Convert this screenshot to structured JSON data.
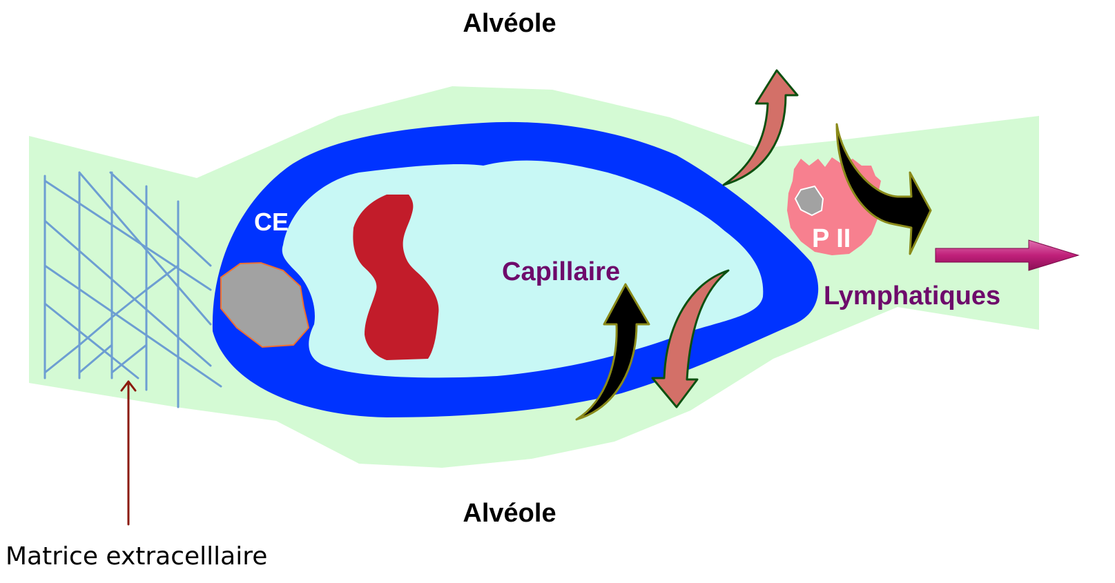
{
  "labels": {
    "alveole_top": "Alvéole",
    "alveole_bottom": "Alvéole",
    "ce": "CE",
    "capillaire": "Capillaire",
    "p2": "P II",
    "lymphatiques": "Lymphatiques",
    "matrice": "Matrice extracelllaire"
  },
  "colors": {
    "interstitium": "#d4fad4",
    "endothelium": "#0033ff",
    "lumen": "#c8f8f5",
    "red_cell": "#c21c2a",
    "nucleus": "#a2a2a2",
    "nucleus_outline_ce": "#f07030",
    "pneumocyte": "#f7808f",
    "matrix_lines": "#6d9ed2",
    "matrix_arrow": "#8b1a0c",
    "label_purple": "#6e0a6b",
    "salmon_arrow": "#d37068",
    "salmon_arrow_edge": "#0c5010",
    "dark_arrow_fill": "#000000",
    "dark_arrow_edge": "#8a8a1a",
    "lymph_arrow": "#c0207a",
    "text_black": "#000000",
    "text_white": "#ffffff"
  }
}
